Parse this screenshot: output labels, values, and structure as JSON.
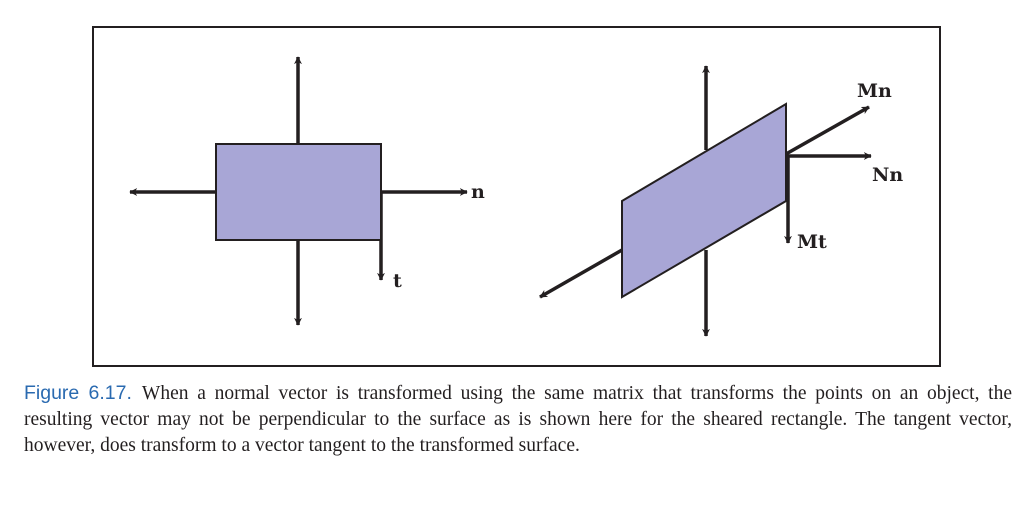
{
  "colors": {
    "shape_fill": "#a8a6d6",
    "ink": "#231f20",
    "caption_label": "#2a6ab0"
  },
  "left_diagram": {
    "normal_label": "n",
    "tangent_label": "t"
  },
  "right_diagram": {
    "transformed_normal_label": "Mn",
    "correct_normal_label": "Nn",
    "transformed_tangent_label": "Mt"
  },
  "caption": {
    "label": "Figure 6.17.",
    "text": "When a normal vector is transformed using the same matrix that transforms the points on an object, the resulting vector may not be perpendicular to the surface as is shown here for the sheared rectangle. The tangent vector, however, does transform to a vector tangent to the transformed surface."
  }
}
